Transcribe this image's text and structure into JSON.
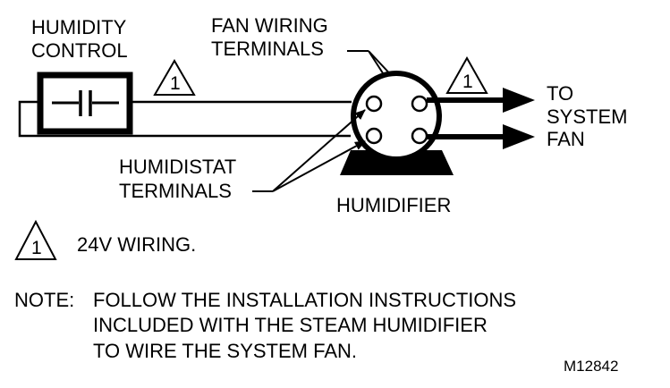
{
  "diagram": {
    "humidity_control": [
      "HUMIDITY",
      "CONTROL"
    ],
    "fan_wiring_terminals": [
      "FAN WIRING",
      "TERMINALS"
    ],
    "to_system_fan": [
      "TO",
      "SYSTEM",
      "FAN"
    ],
    "humidistat_terminals": [
      "HUMIDISTAT",
      "TERMINALS"
    ],
    "humidifier": "HUMIDIFIER",
    "marker_number": "1",
    "legend_text": "24V WIRING.",
    "note": {
      "prefix": "NOTE:",
      "lines": [
        "FOLLOW THE INSTALLATION INSTRUCTIONS",
        "INCLUDED WITH THE STEAM HUMIDIFIER",
        "TO WIRE THE SYSTEM FAN."
      ]
    },
    "figure_code": "M12842"
  }
}
